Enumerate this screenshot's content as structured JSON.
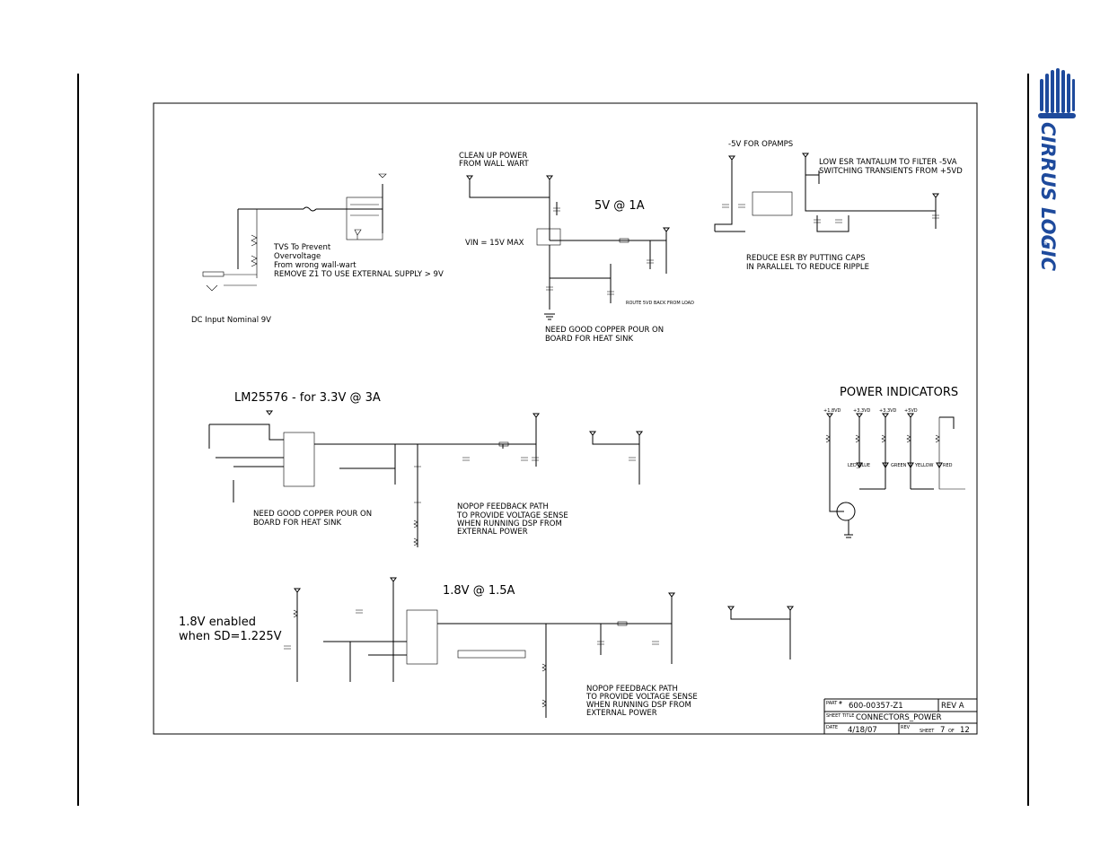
{
  "logo": {
    "text": "CIRRUS LOGIC",
    "registered": "®",
    "color": "#1e4a9c"
  },
  "sections": {
    "dc_input": {
      "tvs_note": [
        "TVS To Prevent",
        "Overvoltage",
        "From wrong wall-wart"
      ],
      "remove_note": "REMOVE Z1 TO USE EXTERNAL SUPPLY > 9V",
      "caption": "DC Input Nominal 9V"
    },
    "five_v": {
      "clean_note": [
        "CLEAN UP POWER",
        "FROM WALL WART"
      ],
      "title": "5V @ 1A",
      "vin_note": "VIN = 15V MAX",
      "copper_note": [
        "NEED GOOD COPPER POUR ON",
        "BOARD FOR HEAT SINK"
      ],
      "route_note": "ROUTE 5VD BACK FROM LOAD"
    },
    "neg_five": {
      "title": "-5V FOR OPAMPS",
      "tantalum_note": [
        "LOW ESR TANTALUM TO FILTER -5VA",
        "SWITCHING TRANSIENTS FROM +5VD"
      ],
      "esr_note": [
        "REDUCE ESR BY PUTTING CAPS",
        "IN PARALLEL TO REDUCE RIPPLE"
      ]
    },
    "lm25576": {
      "title": "LM25576 - for 3.3V @ 3A",
      "copper_note": [
        "NEED GOOD COPPER POUR ON",
        "BOARD FOR HEAT SINK"
      ],
      "nopop_note": [
        "NOPOP FEEDBACK PATH",
        "TO PROVIDE VOLTAGE SENSE",
        "WHEN RUNNING DSP FROM",
        "EXTERNAL POWER"
      ]
    },
    "power_indicators": {
      "title": "POWER INDICATORS",
      "rails": [
        "+1.8VD",
        "+3.3VD",
        "+3.3VD",
        "+5VD"
      ],
      "leds": [
        "LED_BLUE",
        "GREEN",
        "YELLOW",
        "RED"
      ]
    },
    "one_eight": {
      "title": "1.8V @ 1.5A",
      "enable_note": [
        "1.8V enabled",
        "when SD=1.225V"
      ],
      "nopop_note": [
        "NOPOP FEEDBACK PATH",
        "TO PROVIDE VOLTAGE SENSE",
        "WHEN RUNNING DSP FROM",
        "EXTERNAL POWER"
      ]
    }
  },
  "title_block": {
    "part_label": "PART #",
    "part": "600-00357-Z1",
    "rev": "REV A",
    "sheet_title_label": "SHEET TITLE",
    "sheet_title": "CONNECTORS_POWER",
    "date_label": "DATE",
    "date": "4/18/07",
    "rev_label": "REV",
    "sheet_label": "SHEET",
    "sheet": "7",
    "of_label": "OF",
    "of": "12"
  }
}
